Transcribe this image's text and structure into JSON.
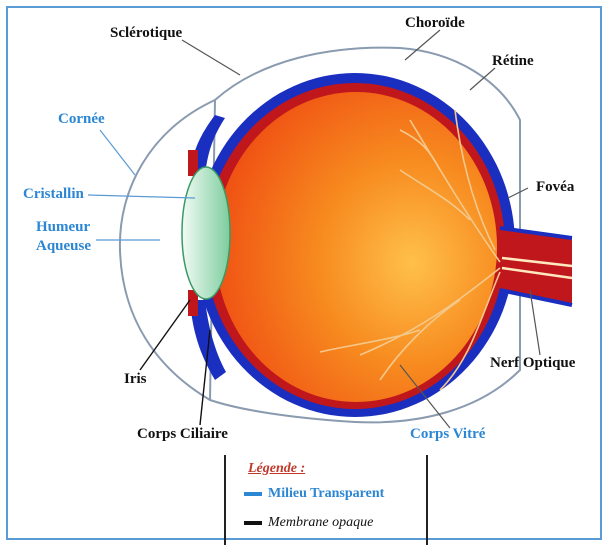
{
  "labels": {
    "sclerotique": "Sclérotique",
    "choroide": "Choroïde",
    "retine": "Rétine",
    "cornee": "Cornée",
    "cristallin": "Cristallin",
    "humeur_line1": "Humeur",
    "humeur_line2": "Aqueuse",
    "fovea": "Fovéa",
    "iris": "Iris",
    "nerf_optique": "Nerf Optique",
    "corps_ciliaire": "Corps Ciliaire",
    "corps_vitre": "Corps Vitré"
  },
  "legend": {
    "title": "Légende :",
    "items": [
      {
        "label": "Milieu Transparent",
        "color": "#2b86d3"
      },
      {
        "label": "Membrane opaque",
        "color": "#111111"
      }
    ]
  },
  "colors": {
    "frame": "#5b9bd5",
    "choroid_blue": "#1a2fc0",
    "retina_red": "#c0171c",
    "vitreous_orange": "#f26a10",
    "lens_green": "#8fd2a8",
    "sclera_white": "#ffffff",
    "vessel": "#f0c080"
  }
}
